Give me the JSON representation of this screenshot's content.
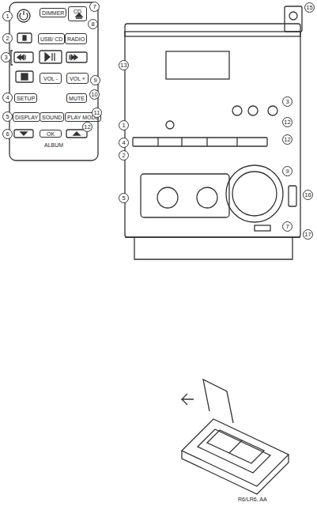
{
  "diagram": {
    "nodes": [
      {
        "text": [
          "DIMMER"
        ]
      },
      {
        "text": [
          "CD"
        ]
      },
      {
        "text": [
          "USB/ CD"
        ]
      },
      {
        "text": [
          "RADIO"
        ]
      },
      {
        "text": [
          "VOL -"
        ]
      },
      {
        "text": [
          "VOL +"
        ]
      },
      {
        "text": [
          "SETUP"
        ]
      },
      {
        "text": [
          "MUTE"
        ]
      },
      {
        "text": [
          "DISPLAY"
        ]
      },
      {
        "text": [
          "SOUND"
        ]
      },
      {
        "text": [
          "PLAY MODE"
        ]
      },
      {
        "text": [
          "OK"
        ]
      }
    ],
    "labels": [
      "1",
      "2",
      "3",
      "4",
      "5",
      "6",
      "7",
      "8",
      "9",
      "10",
      "11",
      "12",
      "ALBUM",
      "15",
      "13",
      "3",
      "12",
      "1",
      "4",
      "2",
      "12",
      "5",
      "9",
      "16",
      "7",
      "17",
      "R6/LR6, AA"
    ]
  }
}
